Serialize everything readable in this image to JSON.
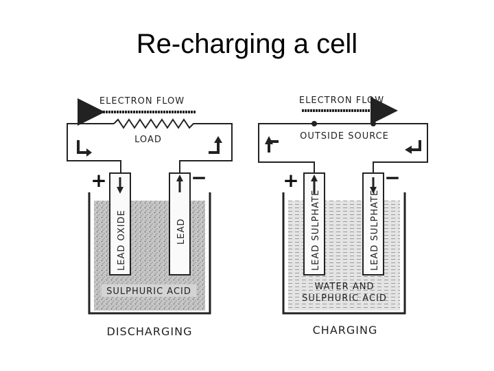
{
  "slide": {
    "title": "Re-charging a cell"
  },
  "discharging": {
    "flow_label": "ELECTRON FLOW",
    "load_label": "LOAD",
    "positive_symbol": "+",
    "negative_symbol": "−",
    "positive_plate": "LEAD OXIDE",
    "negative_plate": "LEAD",
    "electrolyte": "SULPHURIC ACID",
    "caption": "DISCHARGING"
  },
  "charging": {
    "flow_label": "ELECTRON FLOW",
    "source_label": "OUTSIDE SOURCE",
    "positive_symbol": "+",
    "negative_symbol": "−",
    "positive_plate": "LEAD SULPHATE",
    "negative_plate": "LEAD SULPHATE",
    "electrolyte_line1": "WATER AND",
    "electrolyte_line2": "SULPHURIC ACID",
    "caption": "CHARGING"
  },
  "colors": {
    "ink": "#222222",
    "liquid": "#bdbdbd",
    "water": "#dedede"
  }
}
